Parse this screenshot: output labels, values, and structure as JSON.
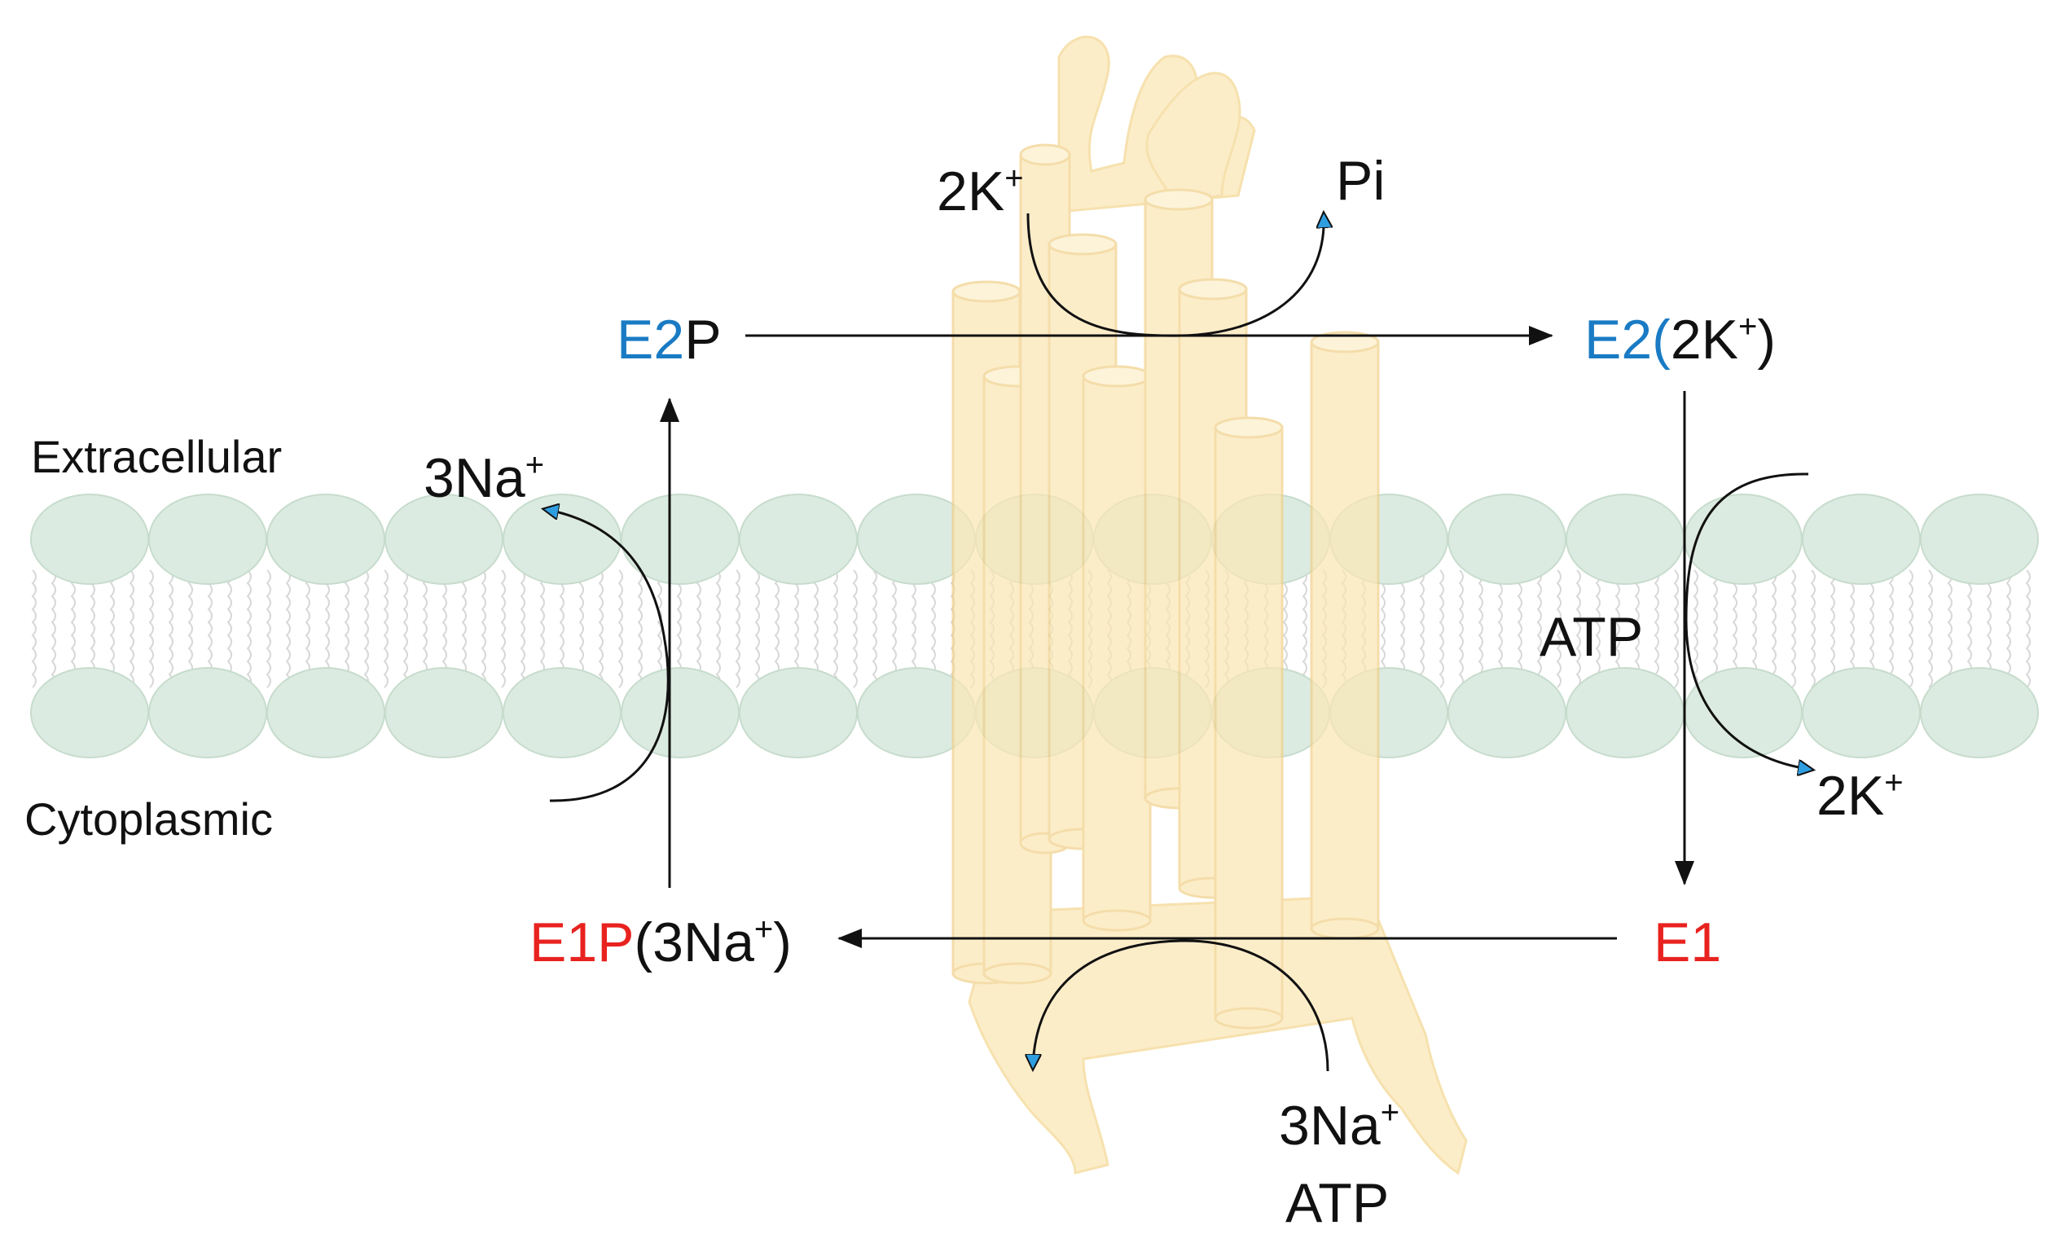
{
  "regions": {
    "extracellular": "Extracellular",
    "cytoplasmic": "Cytoplasmic"
  },
  "states": {
    "e2p": {
      "colored": "E2",
      "rest": "P"
    },
    "e2k": {
      "colored": "E2(",
      "rest": "2K",
      "sup": "+",
      "close": ")"
    },
    "e1": {
      "colored": "E1"
    },
    "e1p": {
      "colored": "E1P",
      "rest": "(3Na",
      "sup": "+",
      "close": ")"
    }
  },
  "ions": {
    "k_top": {
      "base": "2K",
      "sup": "+"
    },
    "pi": "Pi",
    "na_left": {
      "base": "3Na",
      "sup": "+"
    },
    "atp_right": "ATP",
    "k_right": {
      "base": "2K",
      "sup": "+"
    },
    "na_bottom": {
      "base": "3Na",
      "sup": "+"
    },
    "atp_bottom": "ATP"
  },
  "colors": {
    "e2_blue": "#1a7bc4",
    "e1_red": "#e8221f",
    "membrane_head": "#dcebe1",
    "membrane_head_edge": "#c7dccd",
    "protein": "#fbe7b5",
    "arrow_tip": "#2f9ee0",
    "line": "#111111"
  }
}
